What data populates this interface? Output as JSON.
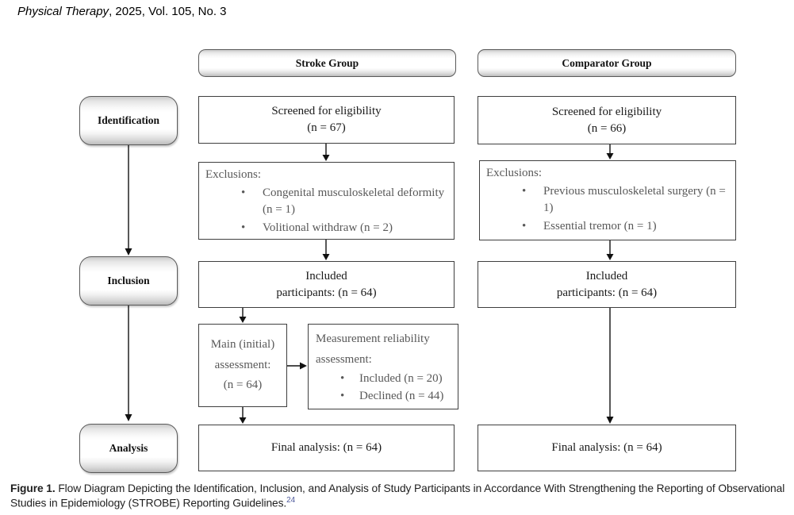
{
  "journal": {
    "title_italic": "Physical Therapy",
    "title_rest": ", 2025, Vol. 105, No. 3"
  },
  "stages": {
    "identification": "Identification",
    "inclusion": "Inclusion",
    "analysis": "Analysis"
  },
  "stroke": {
    "header": "Stroke Group",
    "screened": {
      "line1": "Screened for eligibility",
      "line2": "(n = 67)"
    },
    "exclusions": {
      "title": "Exclusions:",
      "items": [
        "Congenital musculoskeletal deformity (n = 1)",
        "Volitional withdraw (n = 2)"
      ]
    },
    "included": {
      "line1": "Included",
      "line2": "participants: (n = 64)"
    },
    "main_assessment": {
      "line1": "Main (initial)",
      "line2": "assessment:",
      "line3": "(n = 64)"
    },
    "measurement": {
      "title_line1": "Measurement reliability",
      "title_line2": "assessment:",
      "items": [
        "Included (n = 20)",
        "Declined (n = 44)"
      ]
    },
    "final": "Final analysis: (n = 64)"
  },
  "comparator": {
    "header": "Comparator Group",
    "screened": {
      "line1": "Screened for eligibility",
      "line2": "(n = 66)"
    },
    "exclusions": {
      "title": "Exclusions:",
      "items": [
        "Previous musculoskeletal surgery (n = 1)",
        "Essential tremor (n = 1)"
      ]
    },
    "included": {
      "line1": "Included",
      "line2": "participants: (n = 64)"
    },
    "final": "Final analysis: (n = 64)"
  },
  "caption": {
    "label": "Figure 1.",
    "body": " Flow Diagram Depicting the Identification, Inclusion, and Analysis of Study Participants in Accordance With Strengthening the Reporting of Observational Studies in Epidemiology (STROBE) Reporting Guidelines.",
    "reference": "24"
  },
  "colors": {
    "box_border": "#3f3f3f",
    "gray_text": "#595959",
    "black_text": "#1a1a1a",
    "reference_link": "#4f5b9d"
  }
}
